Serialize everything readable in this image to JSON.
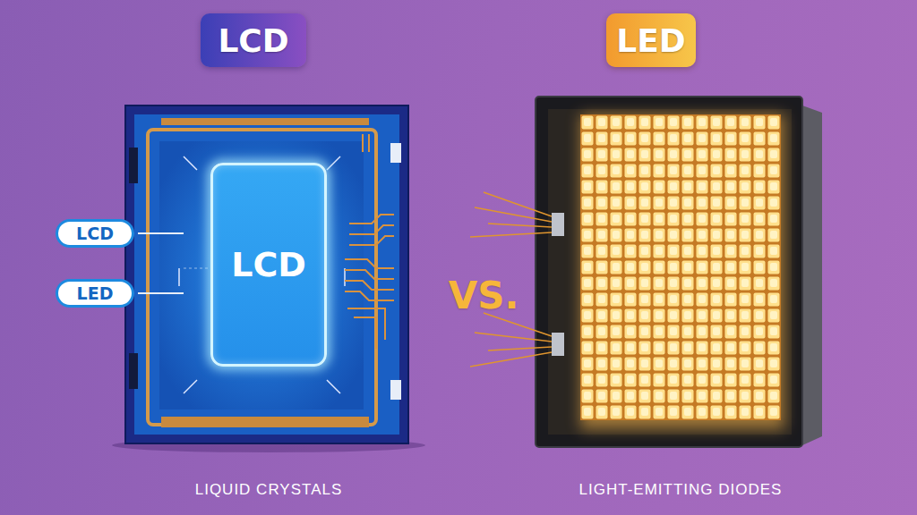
{
  "diagram": {
    "nodes": [
      {
        "text": [
          "LCD"
        ]
      },
      {
        "text": [
          "LED"
        ]
      },
      {
        "text": [
          "LCD"
        ]
      },
      {
        "text": [
          "LED"
        ]
      },
      {
        "text": [
          "LCD"
        ]
      }
    ],
    "labels": [
      "VS.",
      "LIQUID CRYSTALS",
      "LIGHT-EMITTING DIODES"
    ]
  }
}
